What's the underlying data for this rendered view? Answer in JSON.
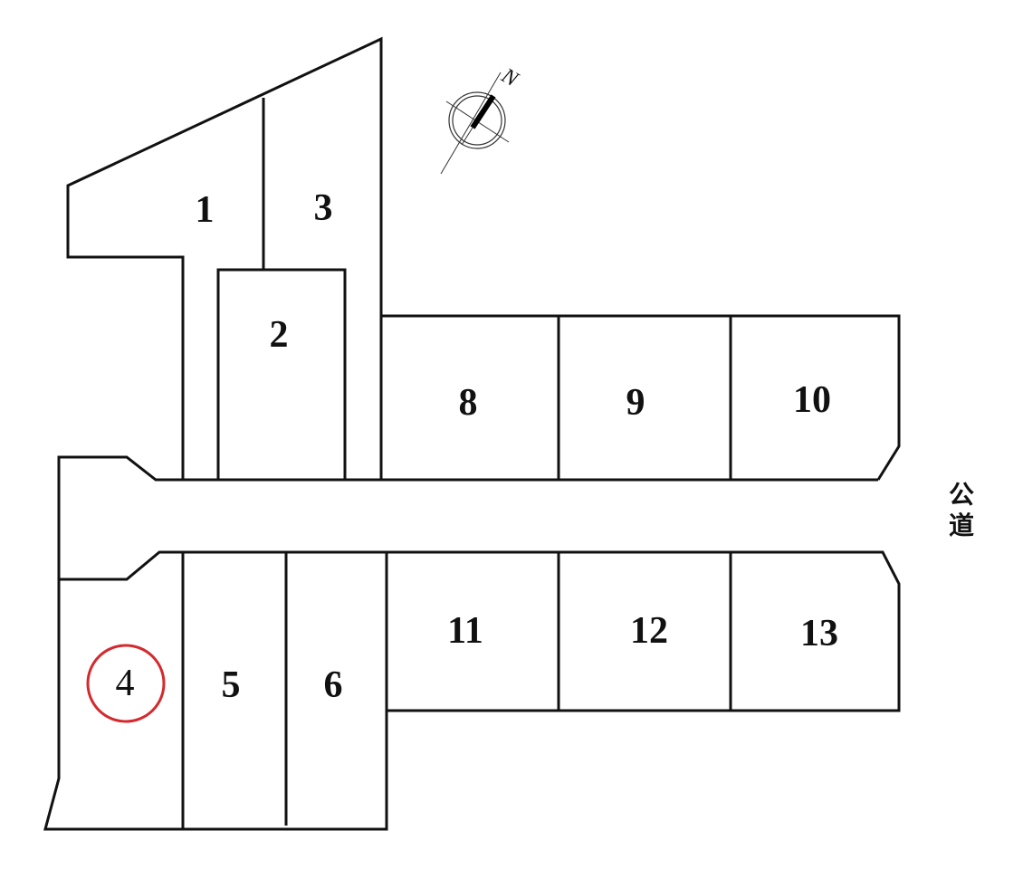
{
  "lots": [
    {
      "id": "1",
      "label": "1",
      "selected": false
    },
    {
      "id": "2",
      "label": "2",
      "selected": false
    },
    {
      "id": "3",
      "label": "3",
      "selected": false
    },
    {
      "id": "4",
      "label": "4",
      "selected": true
    },
    {
      "id": "5",
      "label": "5",
      "selected": false
    },
    {
      "id": "6",
      "label": "6",
      "selected": false
    },
    {
      "id": "8",
      "label": "8",
      "selected": false
    },
    {
      "id": "9",
      "label": "9",
      "selected": false
    },
    {
      "id": "10",
      "label": "10",
      "selected": false
    },
    {
      "id": "11",
      "label": "11",
      "selected": false
    },
    {
      "id": "12",
      "label": "12",
      "selected": false
    },
    {
      "id": "13",
      "label": "13",
      "selected": false
    }
  ],
  "compass": {
    "label": "N"
  },
  "road": {
    "label_1": "公",
    "label_2": "道"
  },
  "colors": {
    "line": "#111111",
    "highlight": "#d42a2e"
  }
}
